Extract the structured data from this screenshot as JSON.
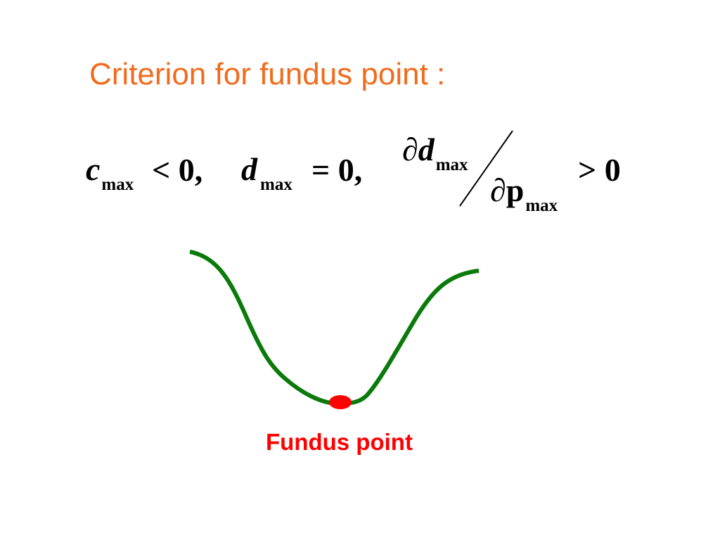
{
  "slide": {
    "title": "Criterion for fundus point :",
    "formula": {
      "c_symbol": "c",
      "c_subscript": "max",
      "c_relation": "< 0,",
      "d_symbol": "d",
      "d_subscript": "max",
      "d_relation": "= 0,",
      "partial_numerator": "∂",
      "numerator_symbol": "d",
      "numerator_subscript": "max",
      "partial_denominator": "∂",
      "denominator_symbol": "p",
      "denominator_subscript": "max",
      "final_relation": "> 0"
    },
    "diagram": {
      "curve_color": "#0a7a0a",
      "point_color": "#ff0000",
      "caption": "Fundus point"
    },
    "colors": {
      "title": "#f26b1d",
      "caption": "#ff0000"
    }
  }
}
